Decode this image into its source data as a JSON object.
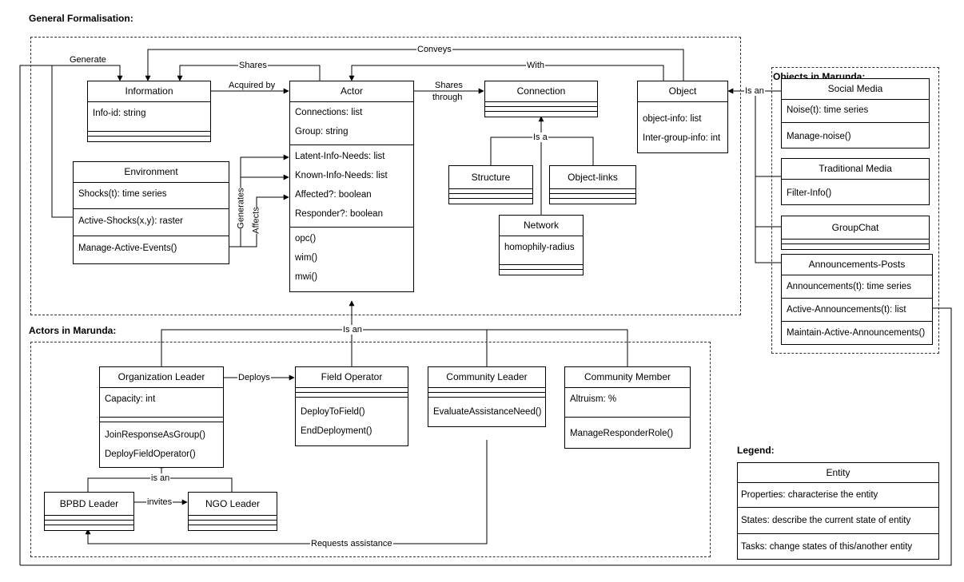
{
  "headings": {
    "general": "General Formalisation:",
    "objects": "Objects in Marunda:",
    "actors": "Actors in Marunda:",
    "legend": "Legend:"
  },
  "classes": {
    "information": {
      "title": "Information",
      "properties": [
        "Info-id: string"
      ],
      "states": [],
      "tasks": []
    },
    "actor": {
      "title": "Actor",
      "properties": [
        "Connections: list",
        "Group: string"
      ],
      "states": [
        "Latent-Info-Needs: list",
        "Known-Info-Needs: list",
        "Affected?: boolean",
        "Responder?: boolean"
      ],
      "tasks": [
        "opc()",
        "wim()",
        "mwi()"
      ]
    },
    "connection": {
      "title": "Connection"
    },
    "object": {
      "title": "Object",
      "properties": [
        "object-info: list",
        "Inter-group-info: int"
      ]
    },
    "environment": {
      "title": "Environment",
      "properties": [
        "Shocks(t): time series"
      ],
      "states": [
        "Active-Shocks(x,y): raster"
      ],
      "tasks": [
        "Manage-Active-Events()"
      ]
    },
    "structure": {
      "title": "Structure"
    },
    "object_links": {
      "title": "Object-links"
    },
    "network": {
      "title": "Network",
      "properties": [
        "homophily-radius"
      ]
    },
    "social_media": {
      "title": "Social Media",
      "properties": [
        "Noise(t): time series"
      ],
      "tasks": [
        "Manage-noise()"
      ]
    },
    "traditional_media": {
      "title": "Traditional Media",
      "tasks": [
        "Filter-Info()"
      ]
    },
    "groupchat": {
      "title": "GroupChat"
    },
    "announcements": {
      "title": "Announcements-Posts",
      "properties": [
        "Announcements(t): time series"
      ],
      "states": [
        "Active-Announcements(t): list"
      ],
      "tasks": [
        "Maintain-Active-Announcements()"
      ]
    },
    "org_leader": {
      "title": "Organization Leader",
      "properties": [
        "Capacity: int"
      ],
      "tasks": [
        "JoinResponseAsGroup()",
        "DeployFieldOperator()"
      ]
    },
    "field_operator": {
      "title": "Field Operator",
      "tasks": [
        "DeployToField()",
        "EndDeployment()"
      ]
    },
    "community_leader": {
      "title": "Community Leader",
      "tasks": [
        "EvaluateAssistanceNeed()"
      ]
    },
    "community_member": {
      "title": "Community Member",
      "properties": [
        "Altruism: %"
      ],
      "tasks": [
        "ManageResponderRole()"
      ]
    },
    "bpbd_leader": {
      "title": "BPBD Leader"
    },
    "ngo_leader": {
      "title": "NGO Leader"
    },
    "legend_entity": {
      "title": "Entity",
      "rows": [
        "Properties: characterise the entity",
        "States: describe the current state of entity",
        "Tasks: change states of this/another entity"
      ]
    }
  },
  "edge_labels": {
    "generate": "Generate",
    "conveys": "Conveys",
    "shares": "Shares",
    "with": "With",
    "acquired_by": "Acquired by",
    "shares_through_1": "Shares",
    "shares_through_2": "through",
    "is_an_objects": "Is an",
    "is_a": "Is a",
    "generates": "Generates",
    "affects": "Affects",
    "is_an_actors": "Is an",
    "deploys": "Deploys",
    "is_an_leaders": "is an",
    "invites": "invites",
    "requests_assistance": "Requests assistance"
  },
  "colors": {
    "line": "#000000",
    "frame": "#333333"
  }
}
